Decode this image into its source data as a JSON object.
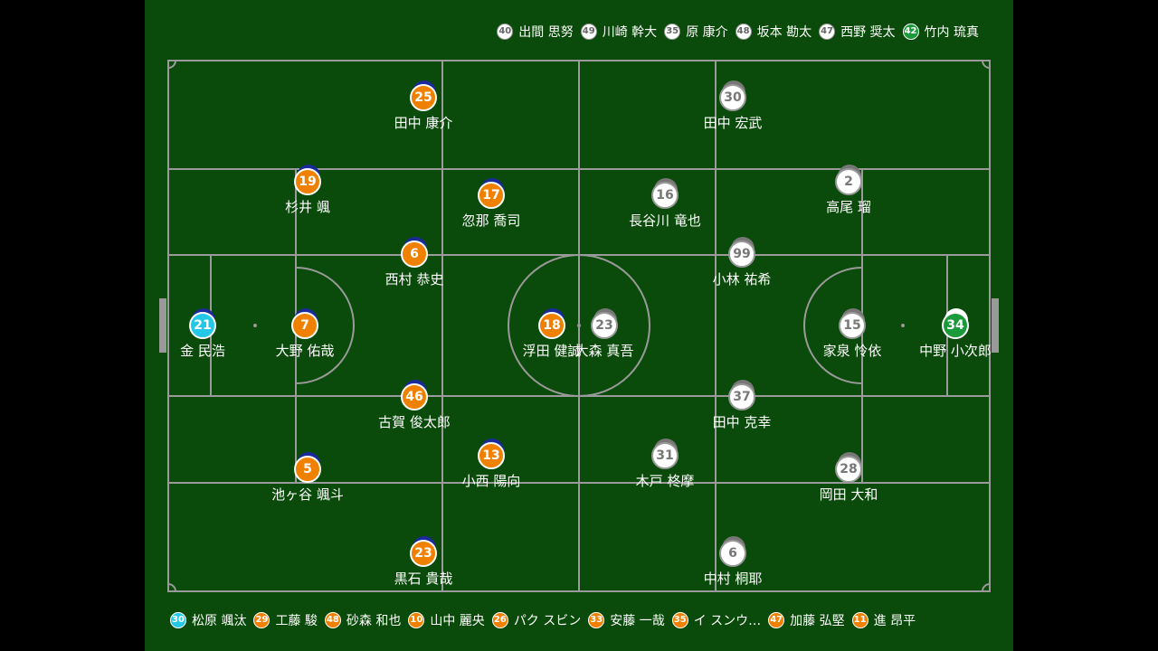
{
  "away_bench": [
    {
      "num": "40",
      "name": "出間 思努",
      "gk": false
    },
    {
      "num": "49",
      "name": "川崎 幹大",
      "gk": false
    },
    {
      "num": "35",
      "name": "原 康介",
      "gk": false
    },
    {
      "num": "48",
      "name": "坂本 勘太",
      "gk": false
    },
    {
      "num": "47",
      "name": "西野 奨太",
      "gk": false
    },
    {
      "num": "42",
      "name": "竹内 琉真",
      "gk": true
    }
  ],
  "home_bench": [
    {
      "num": "30",
      "name": "松原 颯汰",
      "gk": true
    },
    {
      "num": "29",
      "name": "工藤 駿",
      "gk": false
    },
    {
      "num": "48",
      "name": "砂森 和也",
      "gk": false
    },
    {
      "num": "10",
      "name": "山中 麗央",
      "gk": false
    },
    {
      "num": "26",
      "name": "パク スビン",
      "gk": false
    },
    {
      "num": "33",
      "name": "安藤 一哉",
      "gk": false
    },
    {
      "num": "35",
      "name": "イ スンウ…",
      "gk": false
    },
    {
      "num": "47",
      "name": "加藤 弘堅",
      "gk": false
    },
    {
      "num": "11",
      "name": "進 昂平",
      "gk": false
    }
  ],
  "home_players": [
    {
      "num": "21",
      "name": "金 民浩",
      "gk": true
    },
    {
      "num": "7",
      "name": "大野 佑哉"
    },
    {
      "num": "25",
      "name": "田中 康介"
    },
    {
      "num": "19",
      "name": "杉井 颯"
    },
    {
      "num": "6",
      "name": "西村 恭史"
    },
    {
      "num": "46",
      "name": "古賀 俊太郎"
    },
    {
      "num": "5",
      "name": "池ヶ谷 颯斗"
    },
    {
      "num": "23",
      "name": "黒石 貴哉"
    },
    {
      "num": "17",
      "name": "忽那 喬司"
    },
    {
      "num": "13",
      "name": "小西 陽向"
    },
    {
      "num": "18",
      "name": "浮田 健誠"
    }
  ],
  "away_players": [
    {
      "num": "34",
      "name": "中野 小次郎",
      "gk": true
    },
    {
      "num": "15",
      "name": "家泉 怜依"
    },
    {
      "num": "30",
      "name": "田中 宏武"
    },
    {
      "num": "2",
      "name": "高尾 瑠"
    },
    {
      "num": "99",
      "name": "小林 祐希"
    },
    {
      "num": "37",
      "name": "田中 克幸"
    },
    {
      "num": "28",
      "name": "岡田 大和"
    },
    {
      "num": "6",
      "name": "中村 桐耶"
    },
    {
      "num": "16",
      "name": "長谷川 竜也"
    },
    {
      "num": "31",
      "name": "木戸 柊摩"
    },
    {
      "num": "23",
      "name": "大森 真吾"
    }
  ]
}
